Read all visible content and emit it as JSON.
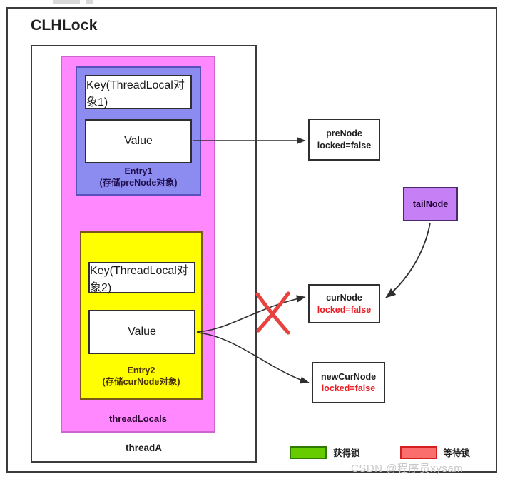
{
  "diagram": {
    "title": "CLHLock",
    "thread": {
      "label": "threadA"
    },
    "thread_locals": {
      "label": "threadLocals"
    },
    "entry1": {
      "key_label": "Key(ThreadLocal对象1)",
      "value_label": "Value",
      "caption_line1": "Entry1",
      "caption_line2": "(存储preNode对象)"
    },
    "entry2": {
      "key_label": "Key(ThreadLocal对象2)",
      "value_label": "Value",
      "caption_line1": "Entry2",
      "caption_line2": "(存储curNode对象)"
    },
    "nodes": [
      {
        "id": "preNode",
        "line1": "preNode",
        "line2": "locked=false",
        "line2_color": "#1f1f1f"
      },
      {
        "id": "curNode",
        "line1": "curNode",
        "line2": "locked=false",
        "line2_color": "#ED1C24"
      },
      {
        "id": "newCurNode",
        "line1": "newCurNode",
        "line2": "locked=false",
        "line2_color": "#ED1C24"
      }
    ],
    "tail_node": {
      "label": "tailNode"
    },
    "legend": [
      {
        "swatch": "#66CC00",
        "label": "获得锁"
      },
      {
        "swatch": "#FA6E6E",
        "label": "等待锁"
      }
    ],
    "watermark": "CSDN @程序员xysam",
    "colors": {
      "entry1_fill": "#8C8CF0",
      "entry2_fill": "#FFFF00",
      "thread_locals_fill": "#FF88FF",
      "tail_node_fill": "#C77FF5",
      "cross_mark": "#E8433F",
      "stroke": "#2f2f2f"
    }
  }
}
